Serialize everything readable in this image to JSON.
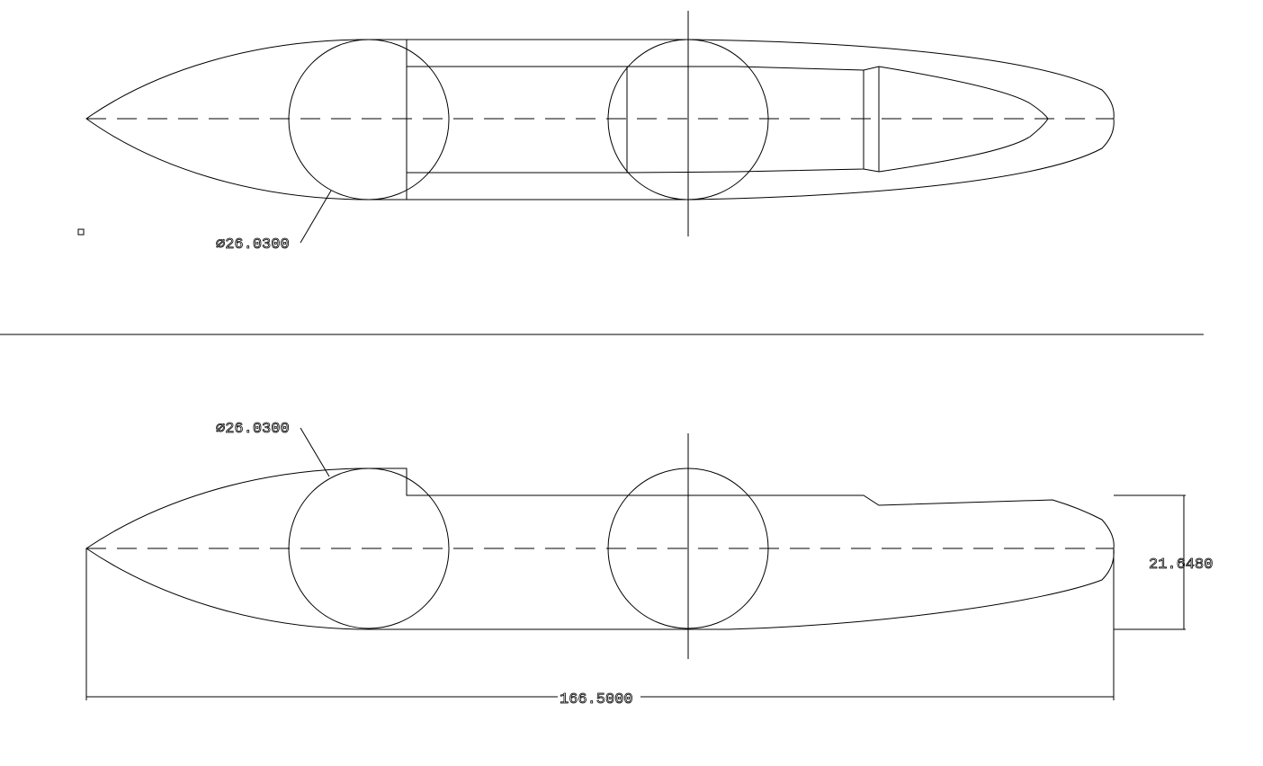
{
  "drawing": {
    "top_view": {
      "diameter_label": "∅26.0300"
    },
    "side_view": {
      "diameter_label": "∅26.0300",
      "height_label": "21.6480",
      "length_label": "166.5000"
    }
  }
}
